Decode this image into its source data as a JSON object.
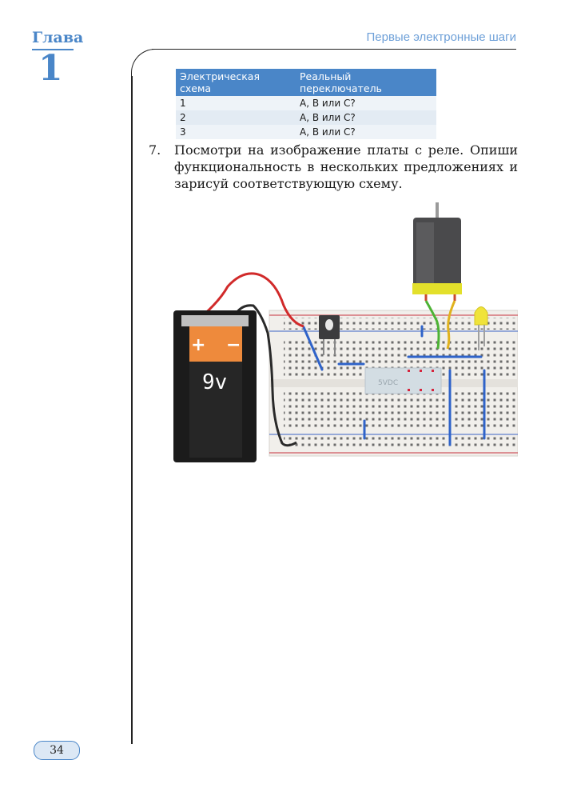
{
  "header": {
    "chapter_label": "Глава",
    "chapter_number": "1",
    "running_title": "Первые электронные шаги"
  },
  "table": {
    "headers": [
      "Электрическая схема",
      "Реальный переключатель"
    ],
    "rows": [
      [
        "1",
        "A, B или C?"
      ],
      [
        "2",
        "A, B или C?"
      ],
      [
        "3",
        "A, B или C?"
      ]
    ]
  },
  "task": {
    "number": "7.",
    "text": "Посмотри на изображение платы с реле. Опиши функциональность в нескольких предложениях и зарисуй соответствующую схему."
  },
  "figure": {
    "battery_plus": "+",
    "battery_minus": "−",
    "battery_label": "9v",
    "relay_label": "5VDC"
  },
  "footer": {
    "page_number": "34"
  }
}
